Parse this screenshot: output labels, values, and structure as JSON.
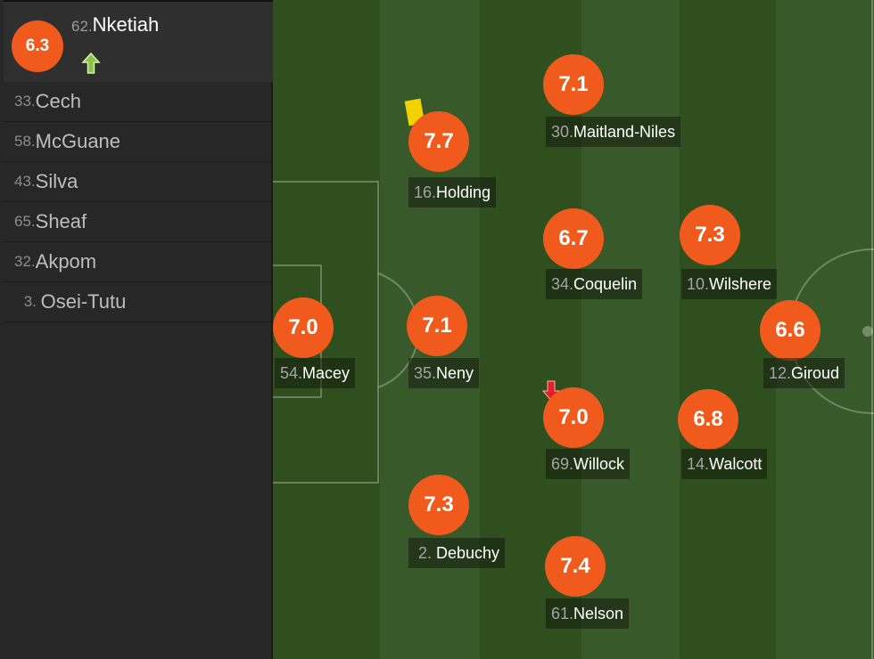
{
  "sidebar": {
    "sub": {
      "rating": "6.3",
      "number": "62.",
      "name": "Nketiah",
      "icon": "arrow-up-icon",
      "icon_color": "#8bc34a"
    },
    "bench": [
      {
        "number": "33.",
        "name": "Cech"
      },
      {
        "number": "58.",
        "name": "McGuane"
      },
      {
        "number": "43.",
        "name": "Silva"
      },
      {
        "number": "65.",
        "name": "Sheaf"
      },
      {
        "number": "32.",
        "name": "Akpom"
      },
      {
        "number": " 3. ",
        "name": "Osei-Tutu"
      }
    ]
  },
  "pitch": {
    "players": [
      {
        "id": "macey",
        "rating": "7.0",
        "number": "54.",
        "name": "Macey"
      },
      {
        "id": "holding",
        "rating": "7.7",
        "number": "16.",
        "name": "Holding",
        "card": "yellow"
      },
      {
        "id": "neny",
        "rating": "7.1",
        "number": "35.",
        "name": "Neny"
      },
      {
        "id": "debuchy",
        "rating": "7.3",
        "number": " 2. ",
        "name": "Debuchy"
      },
      {
        "id": "maitland-niles",
        "rating": "7.1",
        "number": "30.",
        "name": "Maitland-Niles"
      },
      {
        "id": "coquelin",
        "rating": "6.7",
        "number": "34.",
        "name": "Coquelin"
      },
      {
        "id": "willock",
        "rating": "7.0",
        "number": "69.",
        "name": "Willock",
        "substituted": "down-arrow-icon"
      },
      {
        "id": "nelson",
        "rating": "7.4",
        "number": "61.",
        "name": "Nelson"
      },
      {
        "id": "wilshere",
        "rating": "7.3",
        "number": "10.",
        "name": "Wilshere"
      },
      {
        "id": "walcott",
        "rating": "6.8",
        "number": "14.",
        "name": "Walcott"
      },
      {
        "id": "giroud",
        "rating": "6.6",
        "number": "12.",
        "name": "Giroud"
      }
    ]
  },
  "colors": {
    "badge": "#f05a1c",
    "pitch_dark": "#2f4f1e",
    "pitch_light": "#3a5c24",
    "yellow_card": "#f2d200",
    "sub_off": "#e0202a"
  }
}
